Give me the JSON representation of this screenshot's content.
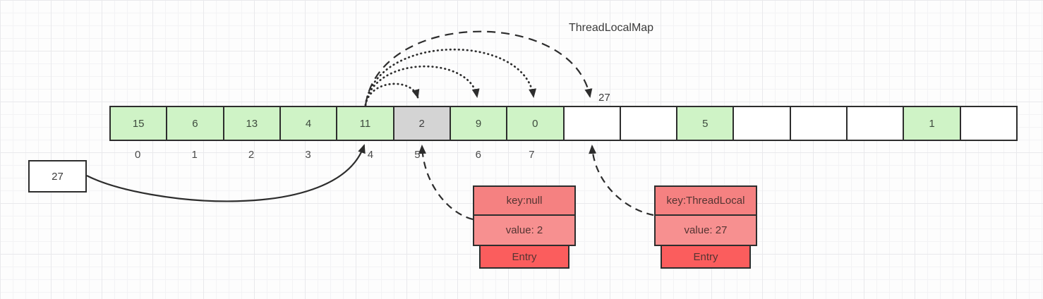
{
  "title": "ThreadLocalMap",
  "hash_pointer_label": "27",
  "input_box": {
    "value": "27"
  },
  "array": {
    "cells": [
      {
        "value": "15",
        "state": "green"
      },
      {
        "value": "6",
        "state": "green"
      },
      {
        "value": "13",
        "state": "green"
      },
      {
        "value": "4",
        "state": "green"
      },
      {
        "value": "11",
        "state": "green"
      },
      {
        "value": "2",
        "state": "gray"
      },
      {
        "value": "9",
        "state": "green"
      },
      {
        "value": "0",
        "state": "green"
      },
      {
        "value": "",
        "state": "empty"
      },
      {
        "value": "",
        "state": "empty"
      },
      {
        "value": "5",
        "state": "green"
      },
      {
        "value": "",
        "state": "empty"
      },
      {
        "value": "",
        "state": "empty"
      },
      {
        "value": "",
        "state": "empty"
      },
      {
        "value": "1",
        "state": "green"
      },
      {
        "value": "",
        "state": "empty"
      }
    ],
    "index_labels": [
      "0",
      "1",
      "2",
      "3",
      "4",
      "5",
      "6",
      "7"
    ]
  },
  "entries": [
    {
      "key": "key:null",
      "value": "value: 2",
      "label": "Entry"
    },
    {
      "key": "key:ThreadLocal",
      "value": "value: 27",
      "label": "Entry"
    }
  ],
  "colors": {
    "stroke": "#2d2d2d",
    "cell_green": "#cff3c6",
    "cell_gray": "#d4d4d4",
    "cell_white": "#ffffff",
    "entry_key_bg": "#f58181",
    "entry_value_bg": "#f79090",
    "entry_tab_bg": "#fb5d5d",
    "entry_text": "#543432"
  }
}
